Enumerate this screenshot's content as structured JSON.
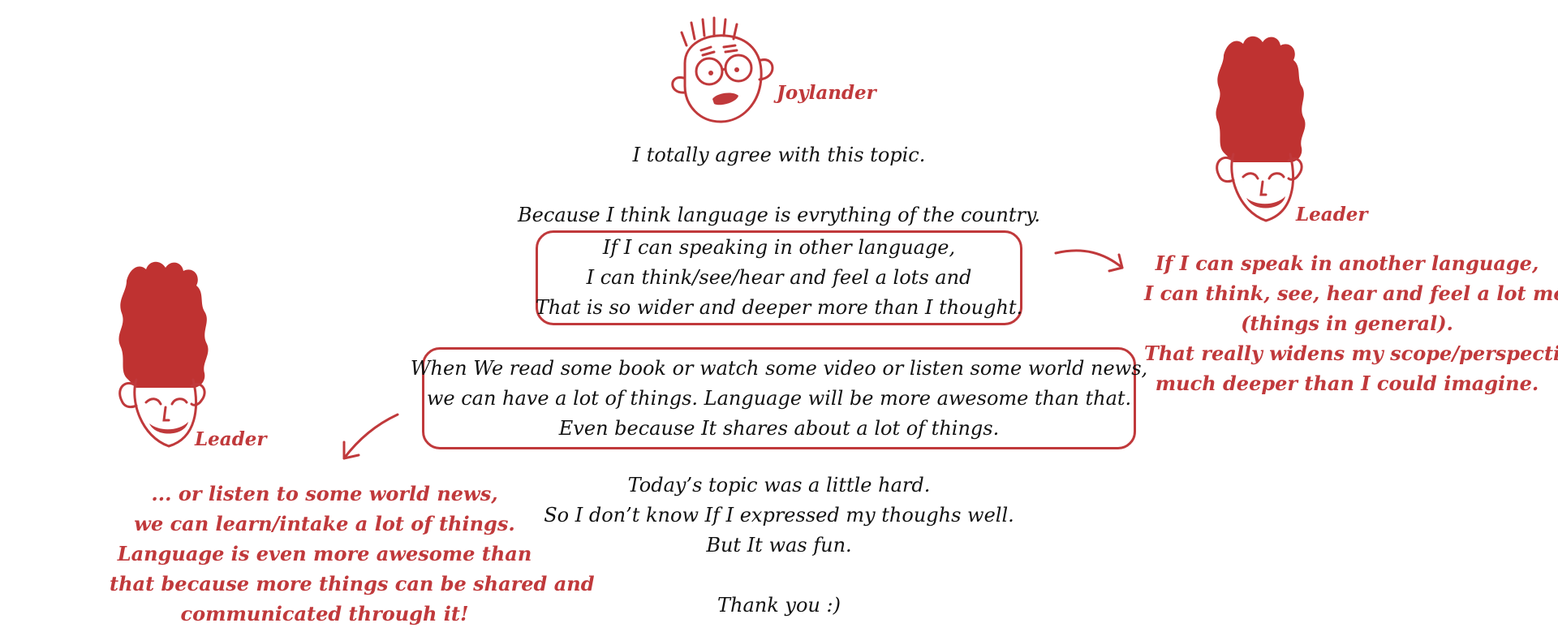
{
  "colors": {
    "accent": "#c0393b",
    "text": "#111111",
    "background": "#ffffff"
  },
  "icons": {
    "joylander": "joylander-face-icon",
    "leader_left": "leader-avatar-icon",
    "leader_right": "leader-avatar-icon",
    "arrows": "curved-arrow-icon"
  },
  "joylander": {
    "name": "Joylander",
    "intro": "I totally agree with this topic.",
    "line1": "Because I think language is evrything of the country.",
    "box1": [
      "If I can speaking in other language,",
      "I can think/see/hear and feel a lots and",
      "That is so wider and deeper more than I thought."
    ],
    "box2": [
      "When We read some book or watch some video or listen some world news,",
      "we can have a lot of things. Language will be more awesome than that.",
      "Even because It shares about a lot of things."
    ],
    "closing": [
      "Today’s topic was a little hard.",
      "So I don’t know If I expressed my thoughs well.",
      "But It was fun."
    ],
    "thanks": "Thank you :)"
  },
  "leader_right": {
    "name": "Leader",
    "correction": [
      "If I can speak in another language,",
      "I can think, see, hear and feel a lot more",
      "(things in general).",
      "That really widens my scope/perspective",
      "much deeper than I could imagine."
    ]
  },
  "leader_left": {
    "name": "Leader",
    "correction": [
      "... or listen to some world news,",
      "we can learn/intake a lot of things.",
      "Language is even more awesome than",
      "that because more things can be shared and",
      "communicated through it!"
    ]
  }
}
